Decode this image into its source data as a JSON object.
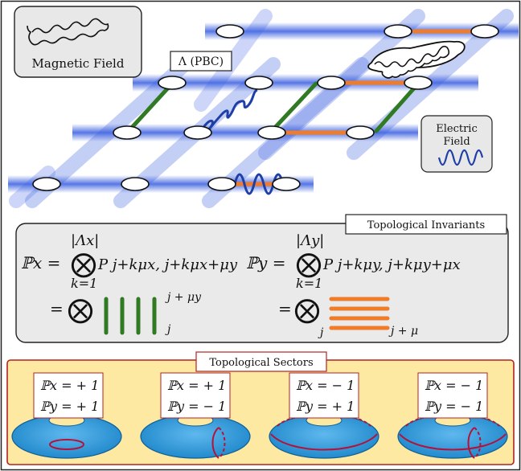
{
  "labels": {
    "magnetic_field": "Magnetic Field",
    "lambda_pbc": "Λ (PBC)",
    "electric_field_1": "Electric",
    "electric_field_2": "Field",
    "topological_invariants": "Topological Invariants",
    "topological_sectors": "Topological Sectors"
  },
  "formulas": {
    "px_lhs": "ℙx =",
    "px_upper": "|Λx|",
    "px_lower": "k=1",
    "px_term": "P j+kμx, j+kμx+μy",
    "py_lhs": "ℙy =",
    "py_upper": "|Λy|",
    "py_lower": "k=1",
    "py_term": "P j+kμy, j+kμy+μx",
    "eq_sign_1": "=",
    "eq_sign_2": "=",
    "px_top_index": "j + μy",
    "px_bottom_index": "j",
    "py_left_index": "j",
    "py_right_index": "j + μ"
  },
  "sectors": [
    {
      "px": "ℙx = + 1",
      "py": "ℙy = + 1"
    },
    {
      "px": "ℙx = + 1",
      "py": "ℙy = − 1"
    },
    {
      "px": "ℙx = − 1",
      "py": "ℙy = + 1"
    },
    {
      "px": "ℙx = − 1",
      "py": "ℙy = − 1"
    }
  ],
  "colors": {
    "blue_band": "#3a5fe0",
    "green_link": "#2f7a23",
    "orange_link": "#f07c2a",
    "wave_blue": "#1e3fa8",
    "sector_bg": "#fde9a2",
    "sector_border": "#b22222",
    "torus": "#2f9ad8",
    "loop_red": "#b3123a"
  }
}
